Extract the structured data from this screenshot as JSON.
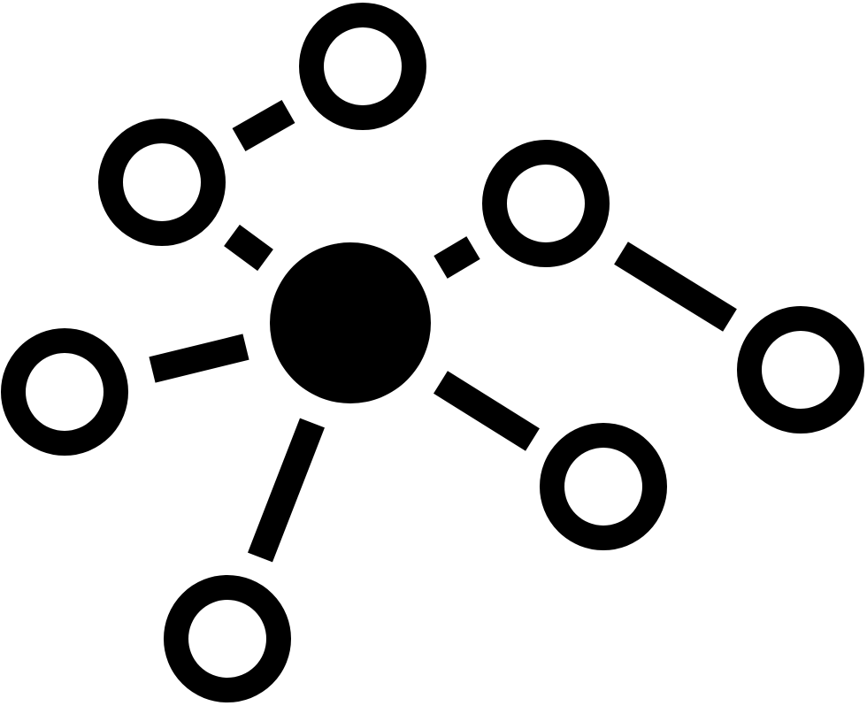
{
  "icon": {
    "name": "network-graph-icon",
    "fill_color": "#000000",
    "background_color": "#ffffff",
    "hub": {
      "name": "central-hub-node",
      "style": "filled"
    },
    "nodes": [
      {
        "name": "node-top",
        "style": "outlined"
      },
      {
        "name": "node-upper-left",
        "style": "outlined"
      },
      {
        "name": "node-right",
        "style": "outlined"
      },
      {
        "name": "node-far-right",
        "style": "outlined"
      },
      {
        "name": "node-left",
        "style": "outlined"
      },
      {
        "name": "node-lower-right",
        "style": "outlined"
      },
      {
        "name": "node-bottom",
        "style": "outlined"
      }
    ],
    "links": [
      {
        "name": "link-upper-left-to-top",
        "from": "node-upper-left",
        "to": "node-top"
      },
      {
        "name": "link-hub-to-upper-left",
        "from": "central-hub-node",
        "to": "node-upper-left"
      },
      {
        "name": "link-hub-to-right",
        "from": "central-hub-node",
        "to": "node-right"
      },
      {
        "name": "link-right-to-far-right",
        "from": "node-right",
        "to": "node-far-right"
      },
      {
        "name": "link-hub-to-left",
        "from": "central-hub-node",
        "to": "node-left"
      },
      {
        "name": "link-hub-to-lower-right",
        "from": "central-hub-node",
        "to": "node-lower-right"
      },
      {
        "name": "link-hub-to-bottom",
        "from": "central-hub-node",
        "to": "node-bottom"
      }
    ]
  }
}
